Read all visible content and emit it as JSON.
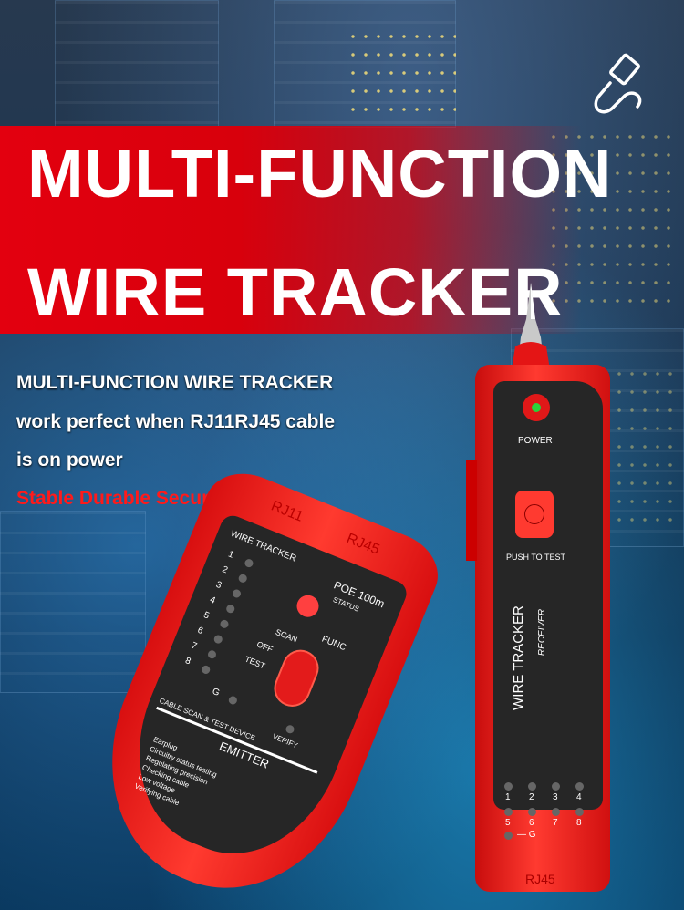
{
  "headline": {
    "line1": "MULTI-FUNCTION",
    "line2": "WIRE TRACKER"
  },
  "description": {
    "line1": "MULTI-FUNCTION WIRE TRACKER",
    "line2": "work perfect when RJ11RJ45 cable",
    "line3": " is on power",
    "highlight": "Stable Durable Security"
  },
  "colors": {
    "brand_red": "#e3000f",
    "highlight_red": "#ff1a1a"
  },
  "icons": {
    "corner": "ethernet-cable-icon"
  },
  "emitter": {
    "port1": "RJ11",
    "port2": "RJ45",
    "brand": "WIRE TRACKER",
    "poe": "POE 100m",
    "status": "STATUS",
    "func": "FUNC",
    "scan": "SCAN",
    "off": "OFF",
    "test": "TEST",
    "pins": [
      "1",
      "2",
      "3",
      "4",
      "5",
      "6",
      "7",
      "8"
    ],
    "ground": "G",
    "verify": "VERIFY",
    "subtitle": "CABLE SCAN & TEST DEVICE",
    "name": "EMITTER",
    "features": [
      "Earplug",
      "Circuitry status testing",
      "Regulating precision",
      "Checking cable",
      "Low voltage",
      "Verifying cable"
    ]
  },
  "receiver": {
    "power": "POWER",
    "push": "PUSH TO TEST",
    "brand": "WIRE TRACKER",
    "name": "RECEIVER",
    "pins": [
      "1",
      "2",
      "3",
      "4",
      "5",
      "6",
      "7",
      "8"
    ],
    "ground": "— G",
    "port": "RJ45"
  }
}
